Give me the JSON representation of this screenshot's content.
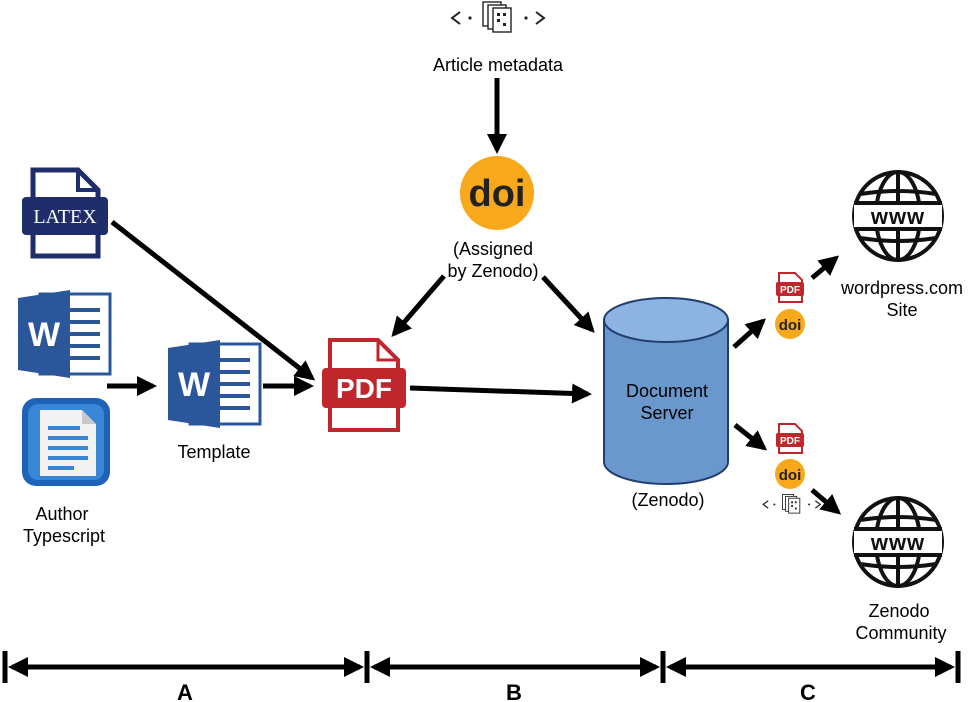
{
  "labels": {
    "article_metadata": "Article metadata",
    "assigned_line1": "(Assigned",
    "assigned_line2": "by Zenodo)",
    "template": "Template",
    "author_line1": "Author",
    "author_line2": "Typescript",
    "server_line1": "Document",
    "server_line2": "Server",
    "zenodo_paren": "(Zenodo)",
    "wordpress_line1": "wordpress.com",
    "wordpress_line2": "Site",
    "community_line1": "Zenodo",
    "community_line2": "Community"
  },
  "icons": {
    "doi_text": "doi",
    "pdf_text": "PDF",
    "pdf_small_text": "PDF",
    "www_text": "www",
    "latex_text": "LATEX",
    "word_letter": "W"
  },
  "phases": [
    "A",
    "B",
    "C"
  ],
  "colors": {
    "doi_orange": "#F8A81B",
    "pdf_red": "#C0272D",
    "word_blue": "#2B579A",
    "latex_navy": "#1F2D6B",
    "server_blue": "#6A97CC",
    "server_top": "#8DB3E2"
  }
}
